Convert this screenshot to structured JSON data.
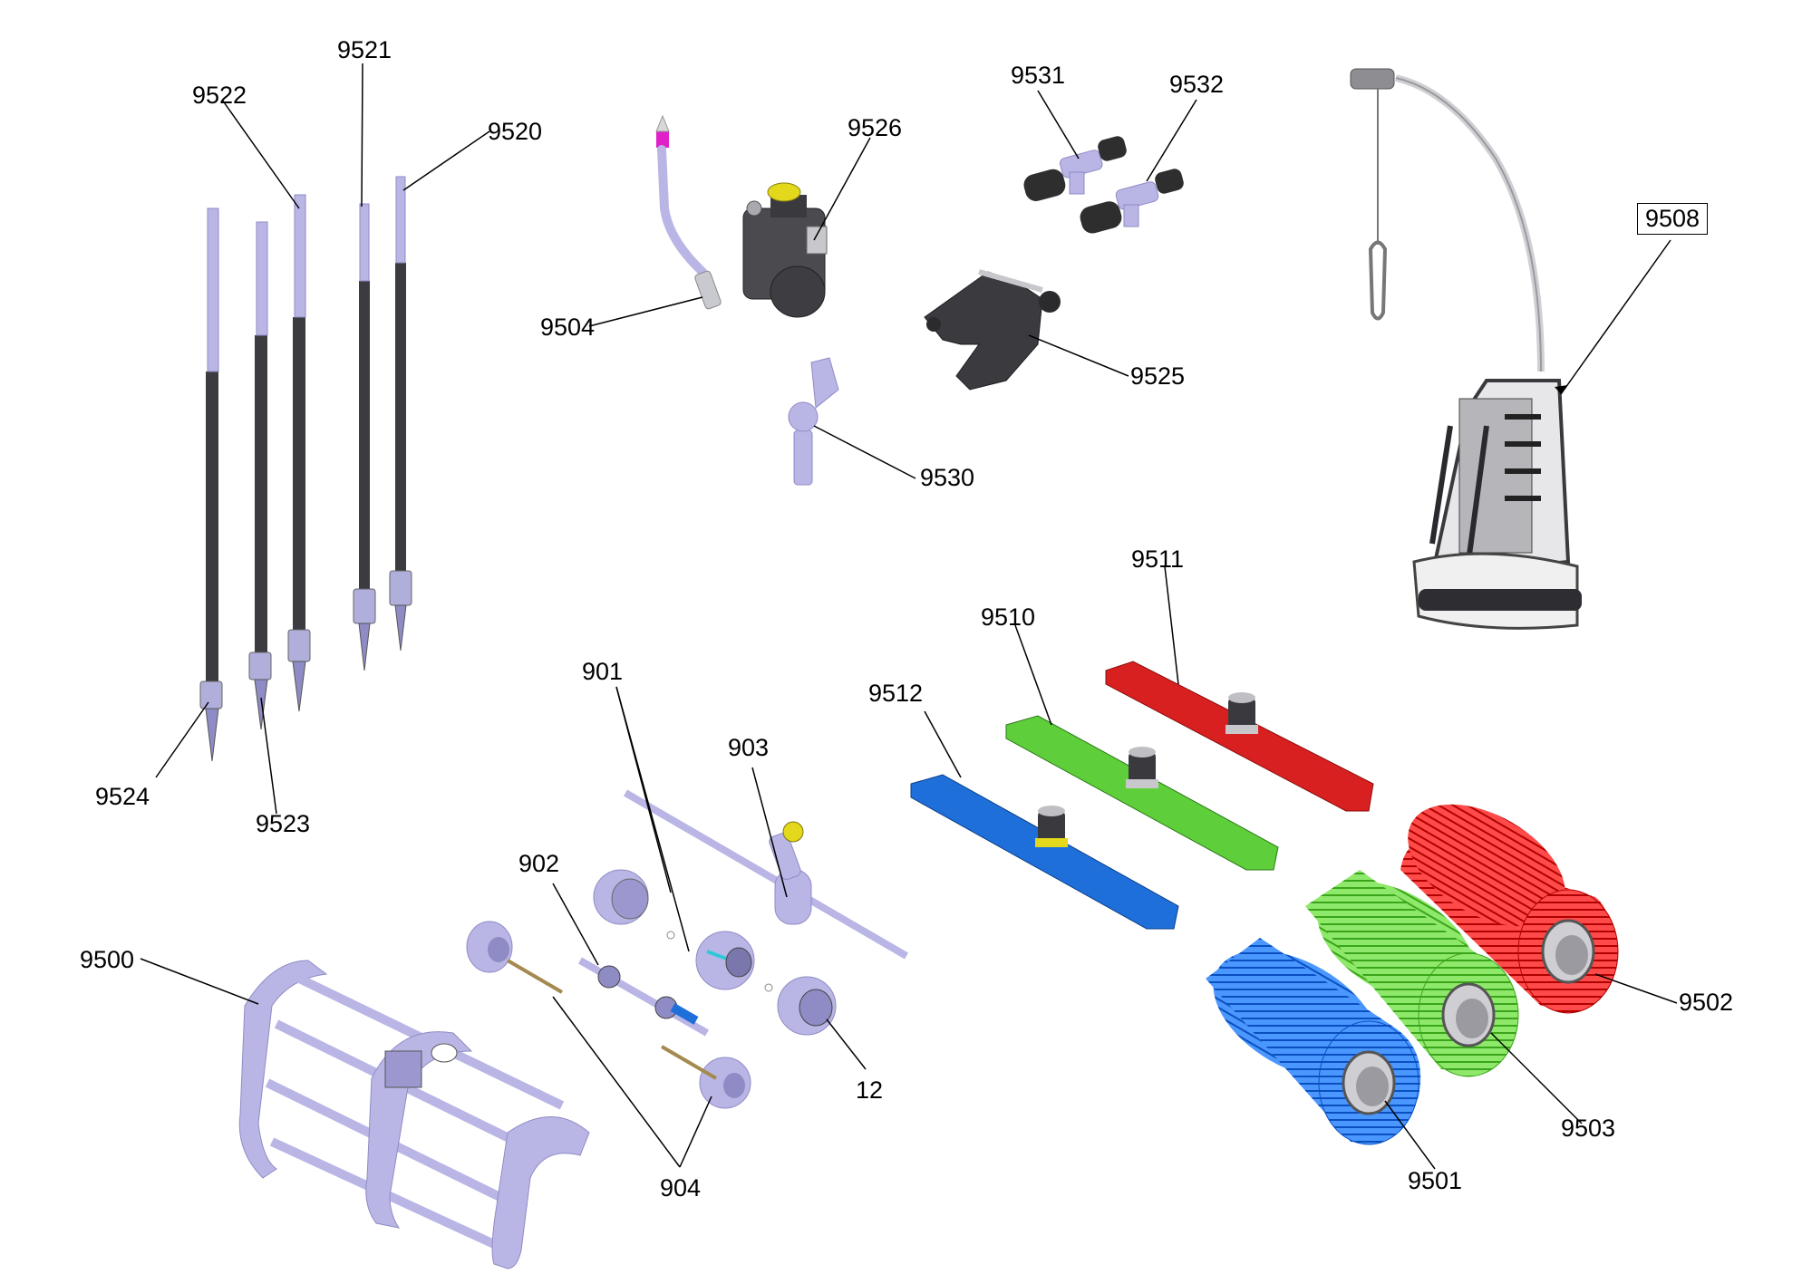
{
  "diagram": {
    "labels": {
      "p9522": "9522",
      "p9521": "9521",
      "p9520": "9520",
      "p9524": "9524",
      "p9523": "9523",
      "p9504": "9504",
      "p9526": "9526",
      "p9530": "9530",
      "p9531": "9531",
      "p9532": "9532",
      "p9525": "9525",
      "p9508": "9508",
      "p9511": "9511",
      "p9510": "9510",
      "p9512": "9512",
      "p901": "901",
      "p903": "903",
      "p902": "902",
      "p9500": "9500",
      "p12": "12",
      "p904": "904",
      "p9502": "9502",
      "p9503": "9503",
      "p9501": "9501"
    },
    "colors": {
      "lavender": "#b9b6e6",
      "lavender_dark": "#8f8bc4",
      "shaft": "#3b3b40",
      "red": "#d92020",
      "green": "#5ecf3a",
      "blue": "#1e6fd9",
      "magenta": "#e020c8",
      "yellow": "#e3d81c",
      "gray": "#bfbfbf",
      "dark": "#2e2e2e"
    }
  }
}
